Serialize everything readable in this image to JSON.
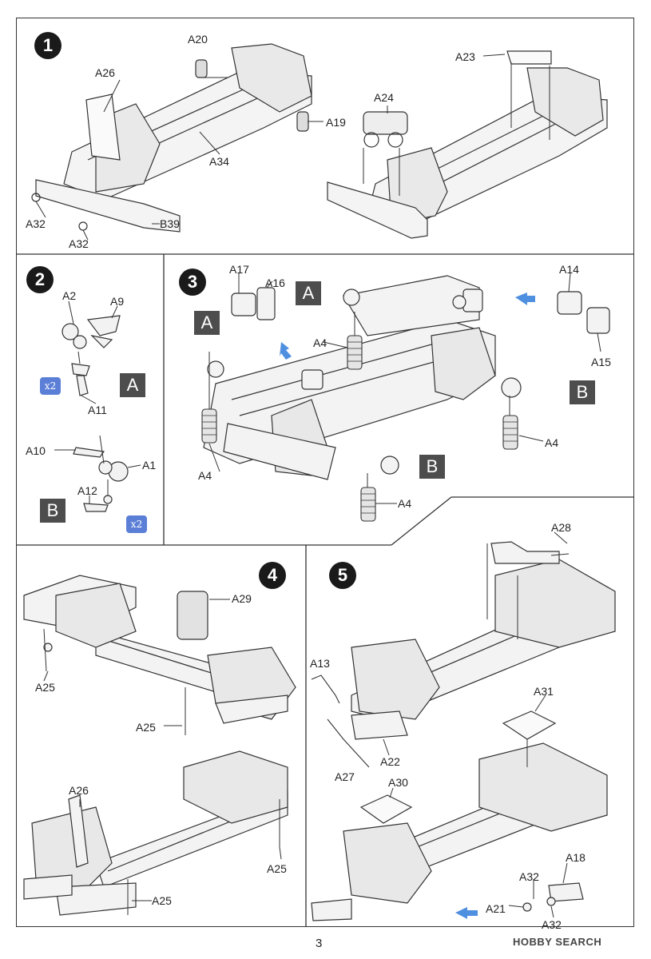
{
  "page_number": "3",
  "watermark": {
    "brand": "HOBBY SEARCH",
    "logo": "HOBBY SEARCH"
  },
  "steps": [
    {
      "number": "1",
      "labels": [
        "A20",
        "A26",
        "A34",
        "A19",
        "A32",
        "A32",
        "B39",
        "A23",
        "A24"
      ]
    },
    {
      "number": "2",
      "labels": [
        "A2",
        "A9",
        "A11",
        "A10",
        "A1",
        "A12"
      ],
      "badges": [
        "A",
        "B"
      ],
      "multipliers": [
        "x2",
        "x2"
      ]
    },
    {
      "number": "3",
      "labels": [
        "A17",
        "A16",
        "A14",
        "A15",
        "A4",
        "A4",
        "A4",
        "A4"
      ],
      "badges": [
        "A",
        "A",
        "B",
        "B"
      ]
    },
    {
      "number": "4",
      "labels": [
        "A29",
        "A25",
        "A25",
        "A26",
        "A25",
        "A25"
      ]
    },
    {
      "number": "5",
      "labels": [
        "A28",
        "A13",
        "A31",
        "A22",
        "A27",
        "A30",
        "A18",
        "A32",
        "A21",
        "A32"
      ]
    }
  ],
  "colors": {
    "arrow_blue": "#4f8fe0",
    "badge_gray": "#4d4d4d",
    "multiplier_blue": "#5b7fd6",
    "frame": "#333333"
  }
}
